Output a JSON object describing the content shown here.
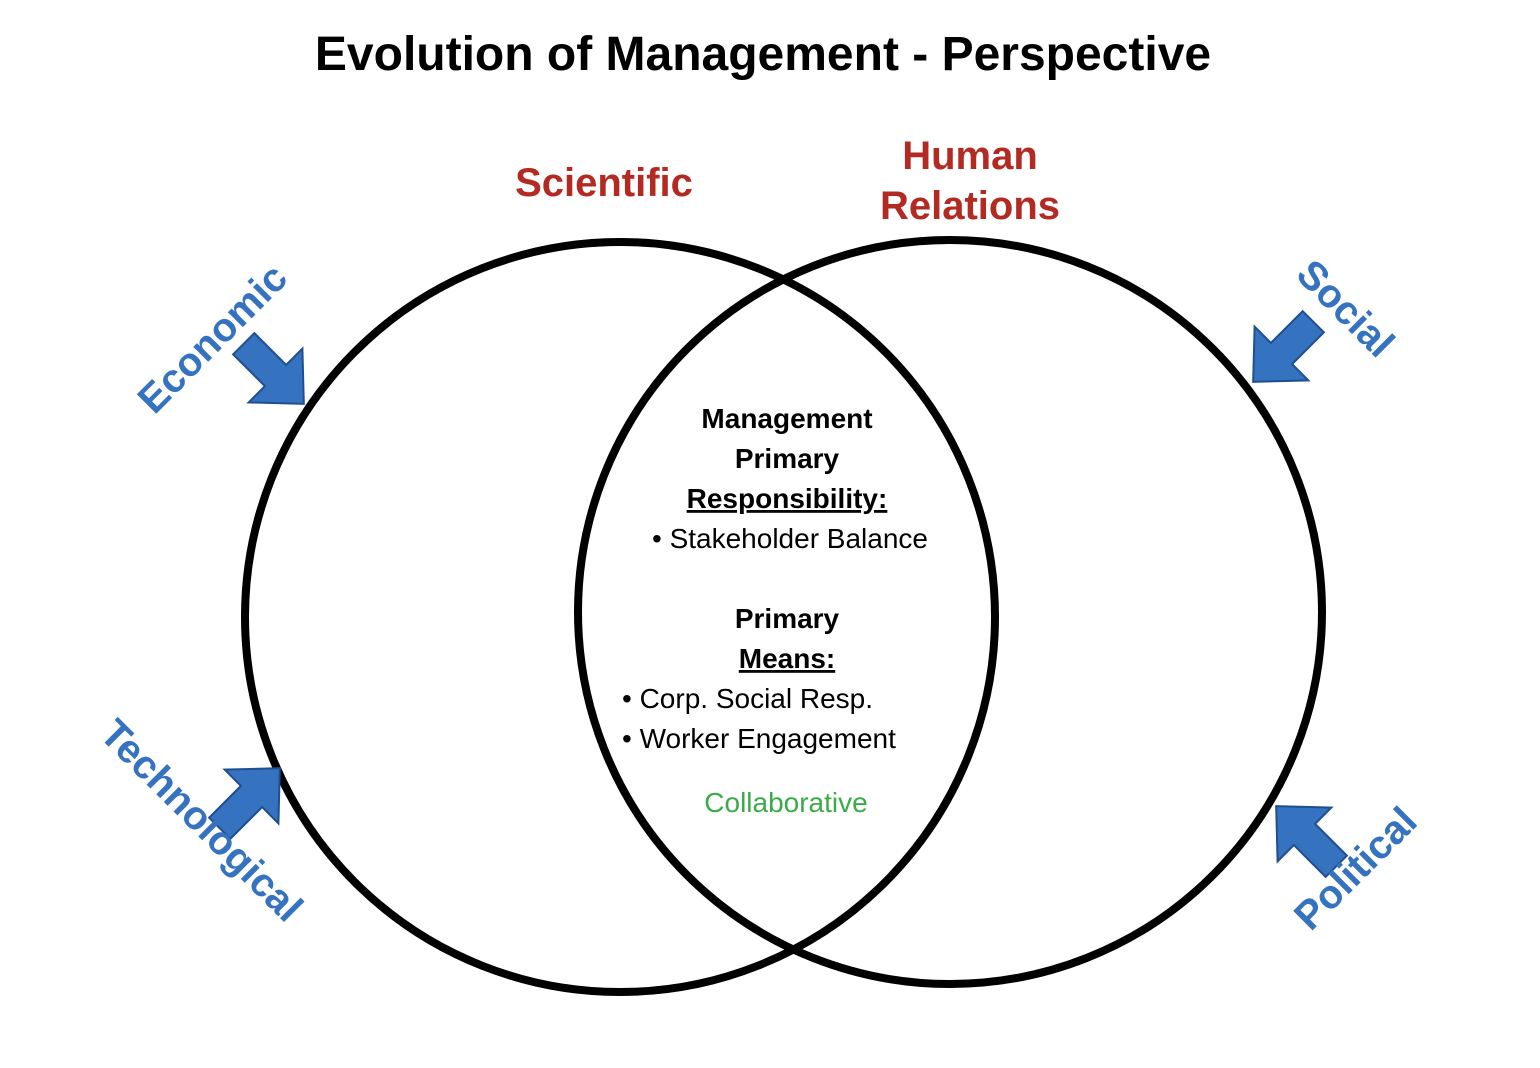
{
  "title": "Evolution of Management - Perspective",
  "circles": {
    "left_label": "Scientific",
    "right_label_line1": "Human",
    "right_label_line2": "Relations"
  },
  "forces": {
    "economic": "Economic",
    "social": "Social",
    "technological": "Technological",
    "political": "Political"
  },
  "center": {
    "heading_line1": "Management",
    "heading_line2": "Primary",
    "heading_line3": "Responsibility:",
    "responsibility_item": "• Stakeholder Balance",
    "means_line1": "Primary",
    "means_line2": "Means:",
    "means_items": [
      "• Corp. Social Resp.",
      "• Worker Engagement"
    ],
    "note": "Collaborative"
  },
  "colors": {
    "circle_label": "#b22a22",
    "force_text": "#3572c0",
    "arrow_fill": "#3572c0",
    "note": "#3bab4a",
    "circle_stroke": "#000000"
  }
}
